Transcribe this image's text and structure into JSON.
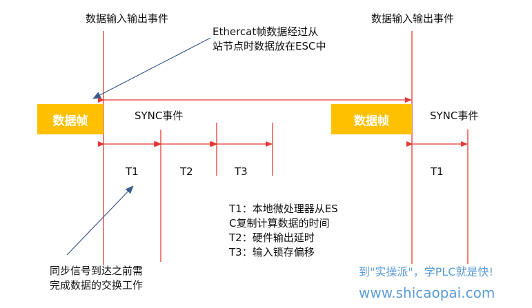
{
  "event_label": "数据输入输出事件",
  "frame_label": "数据帧",
  "sync_label": "SYNC事件",
  "callout_top": [
    "Ethercat帧数据经过从",
    "站节点时数据放在ESC中"
  ],
  "callout_bottom": [
    "同步信号到达之前需",
    "完成数据的交换工作"
  ],
  "segments": [
    "T1",
    "T2",
    "T3",
    "T1"
  ],
  "legend": [
    "T1：本地微处理器从ES",
    "C复制计算数据的时间",
    "T2：硬件输出延时",
    "T3：输入锁存偏移"
  ],
  "watermark": {
    "line1": "到\"实操派\"，学PLC就是快!",
    "line2": "www.shicaopai.com"
  },
  "colors": {
    "red": "#e53935",
    "frame": "#ffc000",
    "arrow": "#3a5a8c",
    "watermark": "#5b9bd5"
  }
}
